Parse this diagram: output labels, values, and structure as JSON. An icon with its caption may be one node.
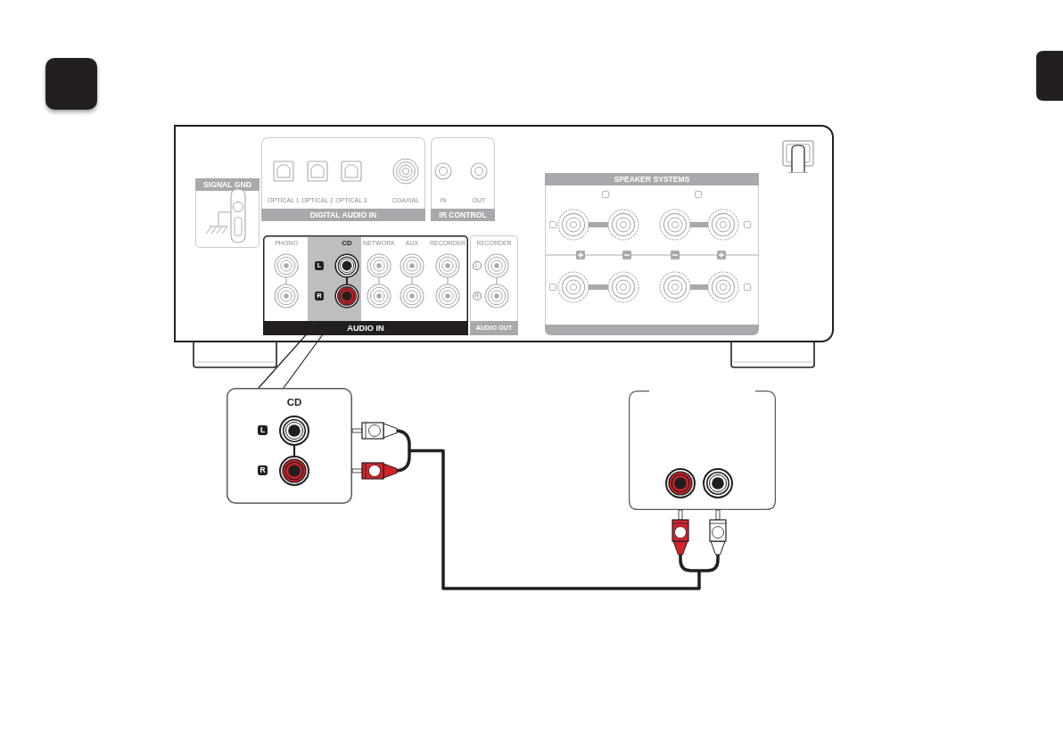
{
  "diagram": {
    "nodes": [
      {
        "text": [],
        "shape": "box"
      },
      {
        "text": [
          "SIGNAL GND"
        ],
        "in": 0
      },
      {
        "text": [
          "OPTICAL 1",
          "OPTICAL 2",
          "OPTICAL 3",
          "COAXIAL",
          "DIGITAL AUDIO IN"
        ],
        "in": 0
      },
      {
        "text": [
          "IN",
          "OUT",
          "IR CONTROL"
        ],
        "in": 0
      },
      {
        "text": [
          "PHONO",
          "NETWORK",
          "AUX",
          "RECORDER",
          "AUDIO IN"
        ],
        "in": 0
      },
      {
        "text": [
          "CD",
          "L",
          "R"
        ],
        "in": 4
      },
      {
        "text": [
          "RECORDER",
          "L",
          "R",
          "AUDIO OUT"
        ],
        "in": 0
      },
      {
        "text": [
          "SPEAKER SYSTEMS"
        ],
        "in": 0
      },
      {
        "text": [
          "CD",
          "L",
          "R"
        ]
      },
      {
        "text": [],
        "shape": "box"
      }
    ],
    "edges": [
      {
        "from": 5,
        "to": 8,
        "arrow": "none"
      },
      {
        "from": 5,
        "to": 8,
        "arrow": "none"
      },
      {
        "from": 8,
        "to": 9,
        "arrow": "other",
        "style": "thick"
      }
    ]
  }
}
